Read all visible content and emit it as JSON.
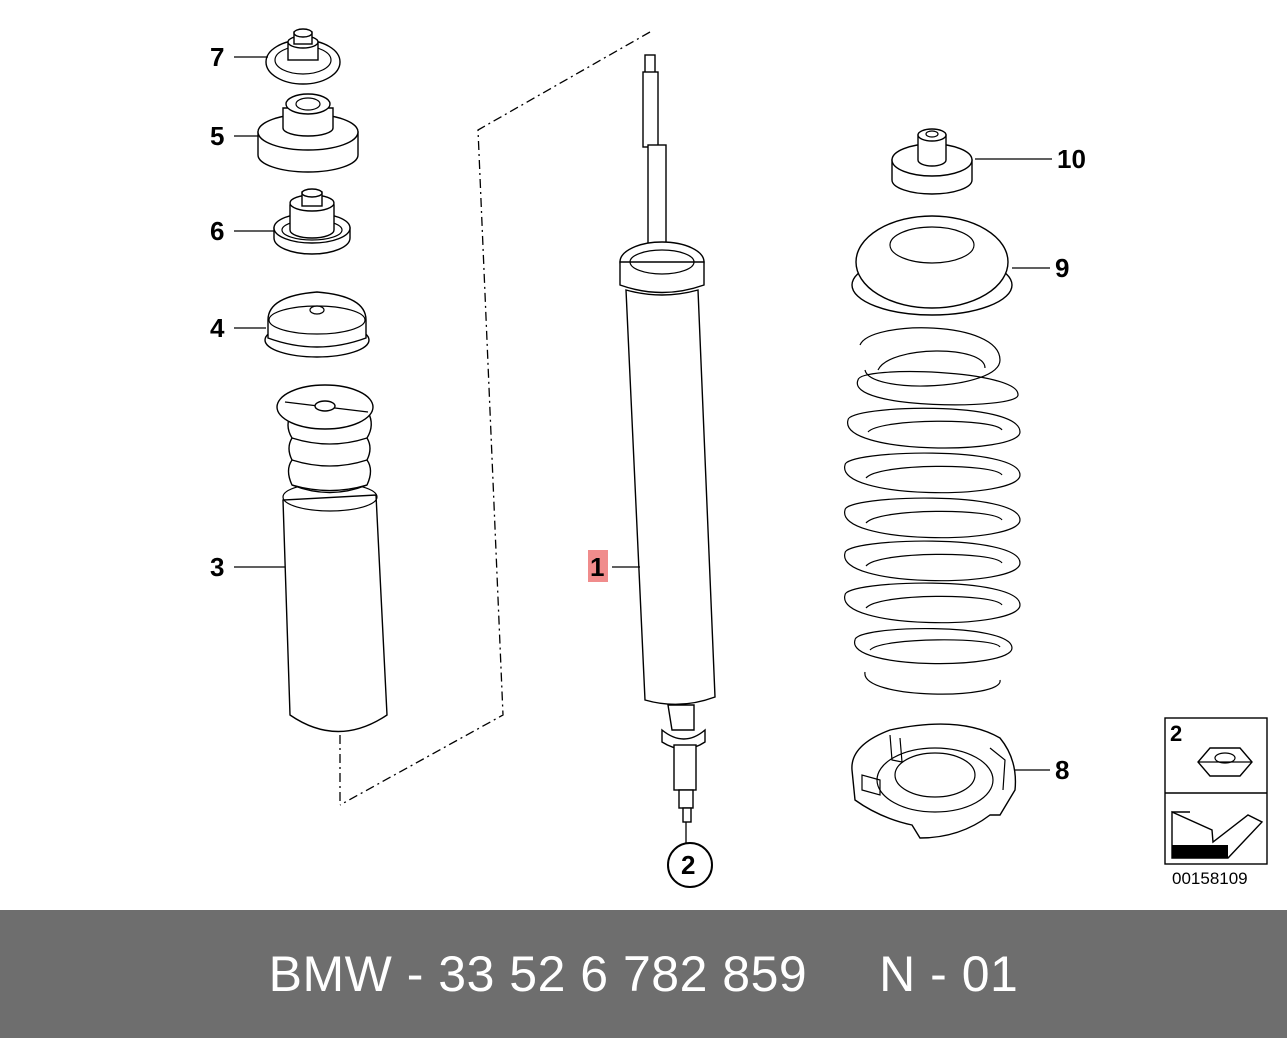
{
  "diagram": {
    "callouts": {
      "part1": "1",
      "part2_circle": "2",
      "part3": "3",
      "part4": "4",
      "part5": "5",
      "part6": "6",
      "part7": "7",
      "part8": "8",
      "part9": "9",
      "part10": "10"
    },
    "ref_box": {
      "part_label": "2",
      "diagram_number": "00158109"
    },
    "colors": {
      "highlight": "#f08c8c",
      "caption_bg": "#6e6e6e"
    }
  },
  "caption": {
    "text": "BMW - 33 52 6 782 859     N - 01"
  }
}
